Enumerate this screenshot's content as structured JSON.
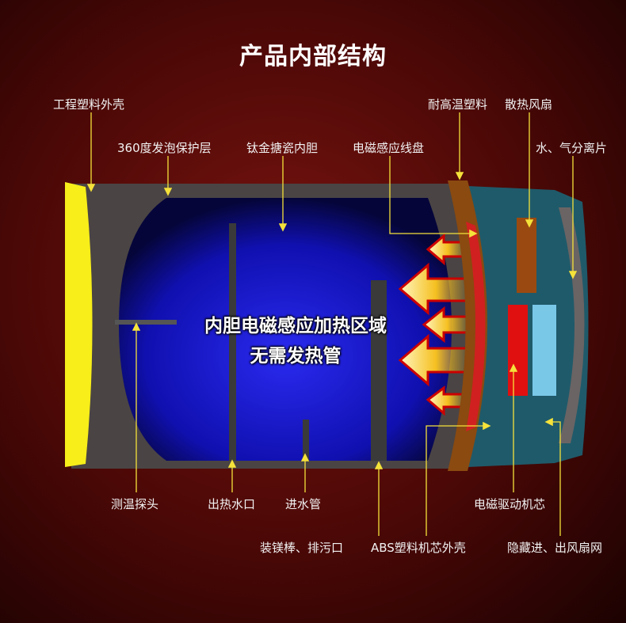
{
  "title": "产品内部结构",
  "center_text": [
    "内胆电磁感应加热区域",
    "无需发热管"
  ],
  "labels": {
    "outer_shell": "工程塑料外壳",
    "foam_layer": "360度发泡保护层",
    "inner_tank": "钛金搪瓷内胆",
    "induction_coil": "电磁感应线盘",
    "heat_plastic": "耐高温塑料",
    "cooling_fan": "散热风扇",
    "separator": "水、气分离片",
    "temp_probe": "测温探头",
    "hot_outlet": "出热水口",
    "inlet_pipe": "进水管",
    "magnesium_rod": "装镁棒、排污口",
    "abs_housing": "ABS塑料机芯外壳",
    "drive_core": "电磁驱动机芯",
    "fan_mesh": "隐藏进、出风扇网"
  },
  "colors": {
    "leader": "#f5e23a",
    "tank_blue": "#1a1ad0",
    "cap_yellow": "#f7ee1a",
    "engine_teal": "#1f5a6a"
  }
}
